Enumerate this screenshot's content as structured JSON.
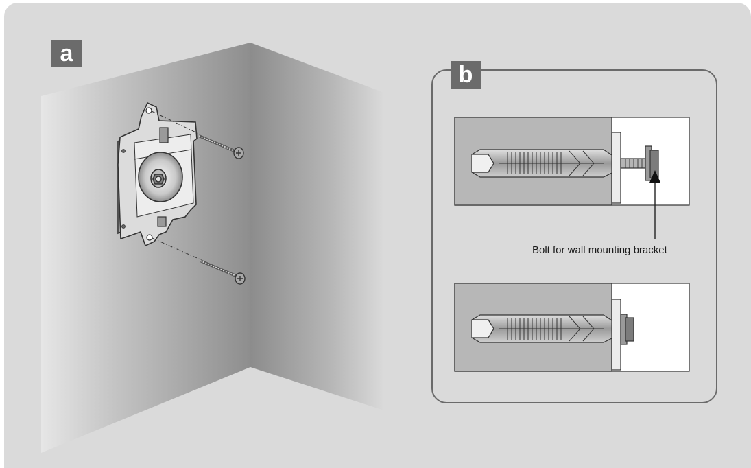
{
  "panels": {
    "a": {
      "label": "a"
    },
    "b": {
      "label": "b"
    }
  },
  "callout": {
    "text": "Bolt for wall mounting bracket"
  },
  "icons": {
    "wall": "wall-corner-illustration",
    "bracket": "wall-mount-bracket-icon",
    "screw": "screw-icon",
    "anchor": "wall-anchor-icon",
    "arrow": "arrow-pointer-icon"
  },
  "colors": {
    "background": "#dadada",
    "tag": "#6b6b6b",
    "wall_section": "#b7b7b7",
    "frame": "#6a6a6a"
  }
}
